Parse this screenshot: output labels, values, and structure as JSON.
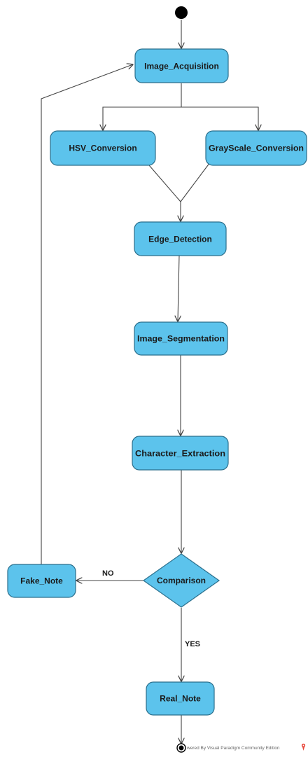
{
  "diagram": {
    "nodes": {
      "image_acquisition": "Image_Acquisition",
      "hsv_conversion": "HSV_Conversion",
      "grayscale_conversion": "GrayScale_Conversion",
      "edge_detection": "Edge_Detection",
      "image_segmentation": "Image_Segmentation",
      "character_extraction": "Character_Extraction",
      "comparison": "Comparison",
      "fake_note": "Fake_Note",
      "real_note": "Real_Note"
    },
    "edge_labels": {
      "no": "NO",
      "yes": "YES"
    }
  },
  "watermark": {
    "text": "wered By  Visual Paradigm Community Edition"
  },
  "colors": {
    "node_fill": "#5cc3ec",
    "node_stroke": "#2b6f8c",
    "logo": "#e8473b"
  }
}
